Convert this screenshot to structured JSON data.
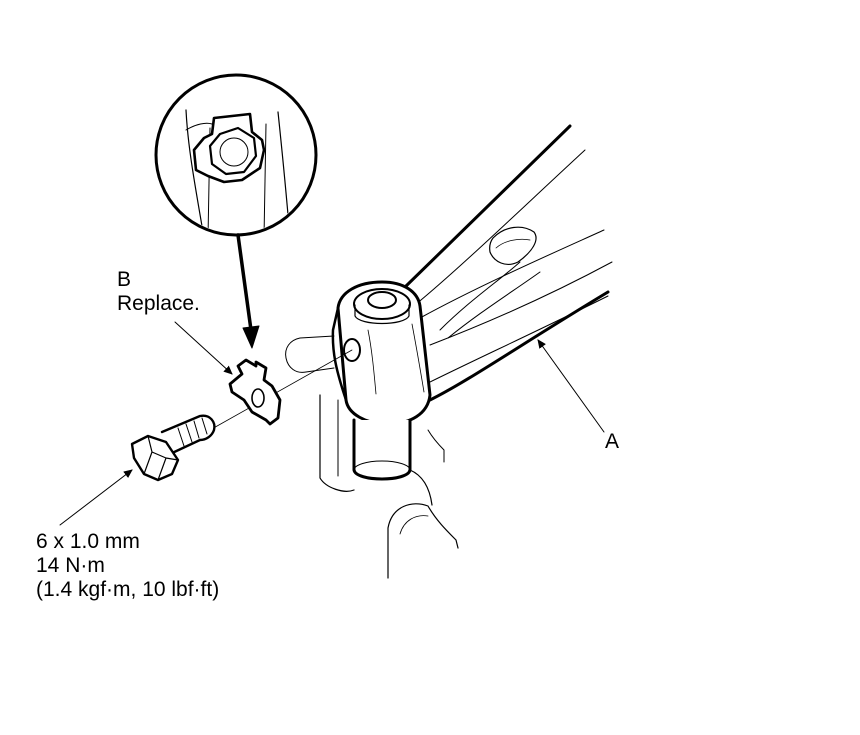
{
  "labels": {
    "part_b_letter": "B",
    "part_b_note": "Replace.",
    "part_a_letter": "A",
    "bolt_size": "6 x 1.0 mm",
    "torque_nm": "14 N·m",
    "torque_alt": "(1.4 kgf·m, 10 lbf·ft)"
  },
  "colors": {
    "line": "#000000",
    "fill": "#ffffff"
  }
}
